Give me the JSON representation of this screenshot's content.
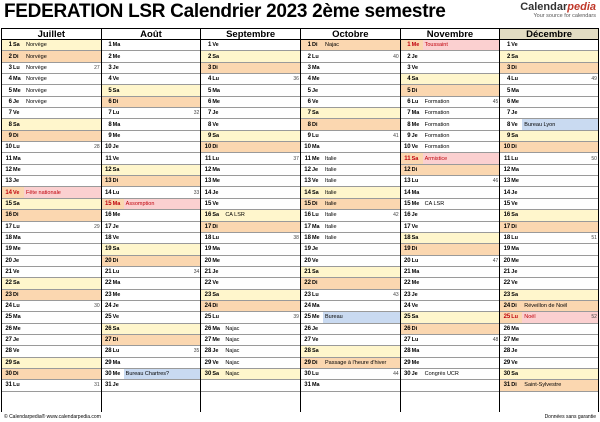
{
  "header": {
    "title": "FEDERATION LSR  Calendrier 2023 2ème semestre",
    "brand_main": "Calendar",
    "brand_accent": "pedia",
    "brand_tagline": "Your source for calendars"
  },
  "footer": {
    "left": "© Calendarpedia®   www.calendarpedia.com",
    "right": "Données sans garantie"
  },
  "months": [
    {
      "name": "Juillet",
      "days": [
        {
          "n": "1",
          "d": "Sa",
          "t": "sat",
          "e": "Norvège",
          "ec": "plain"
        },
        {
          "n": "2",
          "d": "Di",
          "t": "sun",
          "e": "Norvège",
          "ec": "plain"
        },
        {
          "n": "3",
          "d": "Lu",
          "t": "w",
          "e": "Norvège",
          "ec": "plain",
          "w": "27"
        },
        {
          "n": "4",
          "d": "Ma",
          "t": "w",
          "e": "Norvège",
          "ec": "plain"
        },
        {
          "n": "5",
          "d": "Me",
          "t": "w",
          "e": "Norvège",
          "ec": "plain"
        },
        {
          "n": "6",
          "d": "Je",
          "t": "w",
          "e": "Norvège",
          "ec": "plain"
        },
        {
          "n": "7",
          "d": "Ve",
          "t": "w"
        },
        {
          "n": "8",
          "d": "Sa",
          "t": "sat"
        },
        {
          "n": "9",
          "d": "Di",
          "t": "sun"
        },
        {
          "n": "10",
          "d": "Lu",
          "t": "w",
          "w": "28"
        },
        {
          "n": "11",
          "d": "Ma",
          "t": "w"
        },
        {
          "n": "12",
          "d": "Me",
          "t": "w"
        },
        {
          "n": "13",
          "d": "Je",
          "t": "w"
        },
        {
          "n": "14",
          "d": "Ve",
          "t": "hol",
          "e": "Fête nationale",
          "ec": "holiday"
        },
        {
          "n": "15",
          "d": "Sa",
          "t": "sat"
        },
        {
          "n": "16",
          "d": "Di",
          "t": "sun"
        },
        {
          "n": "17",
          "d": "Lu",
          "t": "w",
          "w": "29"
        },
        {
          "n": "18",
          "d": "Ma",
          "t": "w"
        },
        {
          "n": "19",
          "d": "Me",
          "t": "w"
        },
        {
          "n": "20",
          "d": "Je",
          "t": "w"
        },
        {
          "n": "21",
          "d": "Ve",
          "t": "w"
        },
        {
          "n": "22",
          "d": "Sa",
          "t": "sat"
        },
        {
          "n": "23",
          "d": "Di",
          "t": "sun"
        },
        {
          "n": "24",
          "d": "Lu",
          "t": "w",
          "w": "30"
        },
        {
          "n": "25",
          "d": "Ma",
          "t": "w"
        },
        {
          "n": "26",
          "d": "Me",
          "t": "w"
        },
        {
          "n": "27",
          "d": "Je",
          "t": "w"
        },
        {
          "n": "28",
          "d": "Ve",
          "t": "w"
        },
        {
          "n": "29",
          "d": "Sa",
          "t": "sat"
        },
        {
          "n": "30",
          "d": "Di",
          "t": "sun"
        },
        {
          "n": "31",
          "d": "Lu",
          "t": "w",
          "w": "31"
        }
      ]
    },
    {
      "name": "Août",
      "days": [
        {
          "n": "1",
          "d": "Ma",
          "t": "w"
        },
        {
          "n": "2",
          "d": "Me",
          "t": "w"
        },
        {
          "n": "3",
          "d": "Je",
          "t": "w"
        },
        {
          "n": "4",
          "d": "Ve",
          "t": "w"
        },
        {
          "n": "5",
          "d": "Sa",
          "t": "sat"
        },
        {
          "n": "6",
          "d": "Di",
          "t": "sun"
        },
        {
          "n": "7",
          "d": "Lu",
          "t": "w",
          "w": "32"
        },
        {
          "n": "8",
          "d": "Ma",
          "t": "w"
        },
        {
          "n": "9",
          "d": "Me",
          "t": "w"
        },
        {
          "n": "10",
          "d": "Je",
          "t": "w"
        },
        {
          "n": "11",
          "d": "Ve",
          "t": "w"
        },
        {
          "n": "12",
          "d": "Sa",
          "t": "sat"
        },
        {
          "n": "13",
          "d": "Di",
          "t": "sun"
        },
        {
          "n": "14",
          "d": "Lu",
          "t": "w",
          "w": "33"
        },
        {
          "n": "15",
          "d": "Ma",
          "t": "hol",
          "e": "Assomption",
          "ec": "holiday"
        },
        {
          "n": "16",
          "d": "Me",
          "t": "w"
        },
        {
          "n": "17",
          "d": "Je",
          "t": "w"
        },
        {
          "n": "18",
          "d": "Ve",
          "t": "w"
        },
        {
          "n": "19",
          "d": "Sa",
          "t": "sat"
        },
        {
          "n": "20",
          "d": "Di",
          "t": "sun"
        },
        {
          "n": "21",
          "d": "Lu",
          "t": "w",
          "w": "34"
        },
        {
          "n": "22",
          "d": "Ma",
          "t": "w"
        },
        {
          "n": "23",
          "d": "Me",
          "t": "w"
        },
        {
          "n": "24",
          "d": "Je",
          "t": "w"
        },
        {
          "n": "25",
          "d": "Ve",
          "t": "w"
        },
        {
          "n": "26",
          "d": "Sa",
          "t": "sat"
        },
        {
          "n": "27",
          "d": "Di",
          "t": "sun"
        },
        {
          "n": "28",
          "d": "Lu",
          "t": "w",
          "w": "35"
        },
        {
          "n": "29",
          "d": "Ma",
          "t": "w"
        },
        {
          "n": "30",
          "d": "Me",
          "t": "w",
          "e": "Bureau Chartres?",
          "ec": "blue"
        },
        {
          "n": "31",
          "d": "Je",
          "t": "w"
        }
      ]
    },
    {
      "name": "Septembre",
      "days": [
        {
          "n": "1",
          "d": "Ve",
          "t": "w"
        },
        {
          "n": "2",
          "d": "Sa",
          "t": "sat"
        },
        {
          "n": "3",
          "d": "Di",
          "t": "sun"
        },
        {
          "n": "4",
          "d": "Lu",
          "t": "w",
          "w": "36"
        },
        {
          "n": "5",
          "d": "Ma",
          "t": "w"
        },
        {
          "n": "6",
          "d": "Me",
          "t": "w"
        },
        {
          "n": "7",
          "d": "Je",
          "t": "w"
        },
        {
          "n": "8",
          "d": "Ve",
          "t": "w"
        },
        {
          "n": "9",
          "d": "Sa",
          "t": "sat"
        },
        {
          "n": "10",
          "d": "Di",
          "t": "sun"
        },
        {
          "n": "11",
          "d": "Lu",
          "t": "w",
          "w": "37"
        },
        {
          "n": "12",
          "d": "Ma",
          "t": "w"
        },
        {
          "n": "13",
          "d": "Me",
          "t": "w"
        },
        {
          "n": "14",
          "d": "Je",
          "t": "w"
        },
        {
          "n": "15",
          "d": "Ve",
          "t": "w"
        },
        {
          "n": "16",
          "d": "Sa",
          "t": "sat",
          "e": "CA LSR",
          "ec": "plain"
        },
        {
          "n": "17",
          "d": "Di",
          "t": "sun"
        },
        {
          "n": "18",
          "d": "Lu",
          "t": "w",
          "w": "38"
        },
        {
          "n": "19",
          "d": "Ma",
          "t": "w"
        },
        {
          "n": "20",
          "d": "Me",
          "t": "w"
        },
        {
          "n": "21",
          "d": "Je",
          "t": "w"
        },
        {
          "n": "22",
          "d": "Ve",
          "t": "w"
        },
        {
          "n": "23",
          "d": "Sa",
          "t": "sat"
        },
        {
          "n": "24",
          "d": "Di",
          "t": "sun"
        },
        {
          "n": "25",
          "d": "Lu",
          "t": "w",
          "w": "39"
        },
        {
          "n": "26",
          "d": "Ma",
          "t": "w",
          "e": "Najac",
          "ec": "plain"
        },
        {
          "n": "27",
          "d": "Me",
          "t": "w",
          "e": "Najac",
          "ec": "plain"
        },
        {
          "n": "28",
          "d": "Je",
          "t": "w",
          "e": "Najac",
          "ec": "plain"
        },
        {
          "n": "29",
          "d": "Ve",
          "t": "w",
          "e": "Najac",
          "ec": "plain"
        },
        {
          "n": "30",
          "d": "Sa",
          "t": "sat",
          "e": "Najac",
          "ec": "plain"
        },
        {
          "t": "blank"
        }
      ]
    },
    {
      "name": "Octobre",
      "days": [
        {
          "n": "1",
          "d": "Di",
          "t": "sun",
          "e": "Najac",
          "ec": "plain"
        },
        {
          "n": "2",
          "d": "Lu",
          "t": "w",
          "w": "40"
        },
        {
          "n": "3",
          "d": "Ma",
          "t": "w"
        },
        {
          "n": "4",
          "d": "Me",
          "t": "w"
        },
        {
          "n": "5",
          "d": "Je",
          "t": "w"
        },
        {
          "n": "6",
          "d": "Ve",
          "t": "w"
        },
        {
          "n": "7",
          "d": "Sa",
          "t": "sat"
        },
        {
          "n": "8",
          "d": "Di",
          "t": "sun"
        },
        {
          "n": "9",
          "d": "Lu",
          "t": "w",
          "w": "41"
        },
        {
          "n": "10",
          "d": "Ma",
          "t": "w"
        },
        {
          "n": "11",
          "d": "Me",
          "t": "w",
          "e": "Italie",
          "ec": "plain"
        },
        {
          "n": "12",
          "d": "Je",
          "t": "w",
          "e": "Italie",
          "ec": "plain"
        },
        {
          "n": "13",
          "d": "Ve",
          "t": "w",
          "e": "Italie",
          "ec": "plain"
        },
        {
          "n": "14",
          "d": "Sa",
          "t": "sat",
          "e": "Italie",
          "ec": "plain"
        },
        {
          "n": "15",
          "d": "Di",
          "t": "sun",
          "e": "Italie",
          "ec": "plain"
        },
        {
          "n": "16",
          "d": "Lu",
          "t": "w",
          "e": "Italie",
          "ec": "plain",
          "w": "42"
        },
        {
          "n": "17",
          "d": "Ma",
          "t": "w",
          "e": "Italie",
          "ec": "plain"
        },
        {
          "n": "18",
          "d": "Me",
          "t": "w",
          "e": "Italie",
          "ec": "plain"
        },
        {
          "n": "19",
          "d": "Je",
          "t": "w"
        },
        {
          "n": "20",
          "d": "Ve",
          "t": "w"
        },
        {
          "n": "21",
          "d": "Sa",
          "t": "sat"
        },
        {
          "n": "22",
          "d": "Di",
          "t": "sun"
        },
        {
          "n": "23",
          "d": "Lu",
          "t": "w",
          "w": "43"
        },
        {
          "n": "24",
          "d": "Ma",
          "t": "w"
        },
        {
          "n": "25",
          "d": "Me",
          "t": "w",
          "e": "Bureau",
          "ec": "blue"
        },
        {
          "n": "26",
          "d": "Je",
          "t": "w"
        },
        {
          "n": "27",
          "d": "Ve",
          "t": "w"
        },
        {
          "n": "28",
          "d": "Sa",
          "t": "sat"
        },
        {
          "n": "29",
          "d": "Di",
          "t": "sun",
          "e": "Passage à l'heure d'hiver",
          "ec": "pink"
        },
        {
          "n": "30",
          "d": "Lu",
          "t": "w",
          "w": "44"
        },
        {
          "n": "31",
          "d": "Ma",
          "t": "w"
        }
      ]
    },
    {
      "name": "Novembre",
      "days": [
        {
          "n": "1",
          "d": "Me",
          "t": "hol",
          "e": "Toussaint",
          "ec": "holiday"
        },
        {
          "n": "2",
          "d": "Je",
          "t": "w"
        },
        {
          "n": "3",
          "d": "Ve",
          "t": "w"
        },
        {
          "n": "4",
          "d": "Sa",
          "t": "sat"
        },
        {
          "n": "5",
          "d": "Di",
          "t": "sun"
        },
        {
          "n": "6",
          "d": "Lu",
          "t": "w",
          "e": "Formation",
          "ec": "plain",
          "w": "45"
        },
        {
          "n": "7",
          "d": "Ma",
          "t": "w",
          "e": "Formation",
          "ec": "plain"
        },
        {
          "n": "8",
          "d": "Me",
          "t": "w",
          "e": "Formation",
          "ec": "plain"
        },
        {
          "n": "9",
          "d": "Je",
          "t": "w",
          "e": "Formation",
          "ec": "plain"
        },
        {
          "n": "10",
          "d": "Ve",
          "t": "w",
          "e": "Formation",
          "ec": "plain"
        },
        {
          "n": "11",
          "d": "Sa",
          "t": "hol",
          "e": "Armistice",
          "ec": "holiday"
        },
        {
          "n": "12",
          "d": "Di",
          "t": "sun"
        },
        {
          "n": "13",
          "d": "Lu",
          "t": "w",
          "w": "46"
        },
        {
          "n": "14",
          "d": "Ma",
          "t": "w"
        },
        {
          "n": "15",
          "d": "Me",
          "t": "w",
          "e": "CA LSR",
          "ec": "plain"
        },
        {
          "n": "16",
          "d": "Je",
          "t": "w"
        },
        {
          "n": "17",
          "d": "Ve",
          "t": "w"
        },
        {
          "n": "18",
          "d": "Sa",
          "t": "sat"
        },
        {
          "n": "19",
          "d": "Di",
          "t": "sun"
        },
        {
          "n": "20",
          "d": "Lu",
          "t": "w",
          "w": "47"
        },
        {
          "n": "21",
          "d": "Ma",
          "t": "w"
        },
        {
          "n": "22",
          "d": "Me",
          "t": "w"
        },
        {
          "n": "23",
          "d": "Je",
          "t": "w"
        },
        {
          "n": "24",
          "d": "Ve",
          "t": "w"
        },
        {
          "n": "25",
          "d": "Sa",
          "t": "sat"
        },
        {
          "n": "26",
          "d": "Di",
          "t": "sun"
        },
        {
          "n": "27",
          "d": "Lu",
          "t": "w",
          "w": "48"
        },
        {
          "n": "28",
          "d": "Ma",
          "t": "w"
        },
        {
          "n": "29",
          "d": "Me",
          "t": "w"
        },
        {
          "n": "30",
          "d": "Je",
          "t": "w",
          "e": "Congrès UCR",
          "ec": "plain"
        },
        {
          "t": "blank"
        }
      ]
    },
    {
      "name": "Décembre",
      "days": [
        {
          "n": "1",
          "d": "Ve",
          "t": "w"
        },
        {
          "n": "2",
          "d": "Sa",
          "t": "sat"
        },
        {
          "n": "3",
          "d": "Di",
          "t": "sun"
        },
        {
          "n": "4",
          "d": "Lu",
          "t": "w",
          "w": "49"
        },
        {
          "n": "5",
          "d": "Ma",
          "t": "w"
        },
        {
          "n": "6",
          "d": "Me",
          "t": "w"
        },
        {
          "n": "7",
          "d": "Je",
          "t": "w"
        },
        {
          "n": "8",
          "d": "Ve",
          "t": "w",
          "e": "Bureau Lyon",
          "ec": "blue"
        },
        {
          "n": "9",
          "d": "Sa",
          "t": "sat"
        },
        {
          "n": "10",
          "d": "Di",
          "t": "sun"
        },
        {
          "n": "11",
          "d": "Lu",
          "t": "w",
          "w": "50"
        },
        {
          "n": "12",
          "d": "Ma",
          "t": "w"
        },
        {
          "n": "13",
          "d": "Me",
          "t": "w"
        },
        {
          "n": "14",
          "d": "Je",
          "t": "w"
        },
        {
          "n": "15",
          "d": "Ve",
          "t": "w"
        },
        {
          "n": "16",
          "d": "Sa",
          "t": "sat"
        },
        {
          "n": "17",
          "d": "Di",
          "t": "sun"
        },
        {
          "n": "18",
          "d": "Lu",
          "t": "w",
          "w": "51"
        },
        {
          "n": "19",
          "d": "Ma",
          "t": "w"
        },
        {
          "n": "20",
          "d": "Me",
          "t": "w"
        },
        {
          "n": "21",
          "d": "Je",
          "t": "w"
        },
        {
          "n": "22",
          "d": "Ve",
          "t": "w"
        },
        {
          "n": "23",
          "d": "Sa",
          "t": "sat"
        },
        {
          "n": "24",
          "d": "Di",
          "t": "sun",
          "e": "Réveillon de Noël",
          "ec": "plain"
        },
        {
          "n": "25",
          "d": "Lu",
          "t": "hol",
          "e": "Noël",
          "ec": "holiday",
          "w": "52"
        },
        {
          "n": "26",
          "d": "Ma",
          "t": "w"
        },
        {
          "n": "27",
          "d": "Me",
          "t": "w"
        },
        {
          "n": "28",
          "d": "Je",
          "t": "w"
        },
        {
          "n": "29",
          "d": "Ve",
          "t": "w"
        },
        {
          "n": "30",
          "d": "Sa",
          "t": "sat"
        },
        {
          "n": "31",
          "d": "Di",
          "t": "sun",
          "e": "Saint-Sylvestre",
          "ec": "plain"
        }
      ]
    }
  ]
}
